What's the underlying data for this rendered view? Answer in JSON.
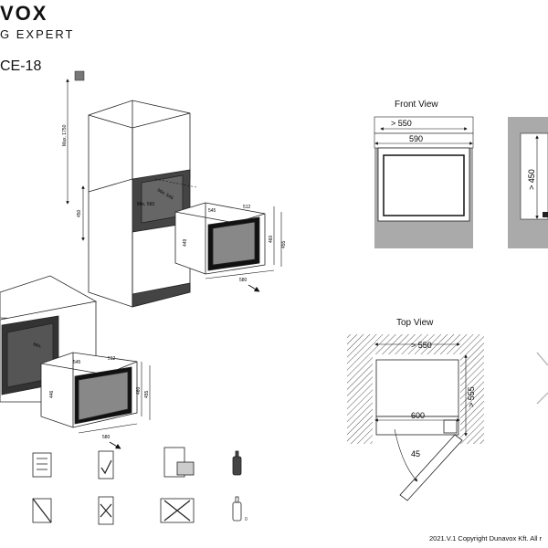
{
  "header": {
    "brand_fragment": "VOX",
    "tagline_fragment": "G EXPERT",
    "model_fragment": "CE-18"
  },
  "views": {
    "front_title": "Front View",
    "top_title": "Top View"
  },
  "dimensions": {
    "max_height": "Max. 1750",
    "tower_depth": "Min. 545",
    "tower_width": "Min. 560",
    "tower_opening": "450",
    "unit_width_top": "545",
    "unit_depth_top": "512",
    "unit_height_outer": "455",
    "unit_height_inner": "460",
    "unit_height_front": "449",
    "unit_base_width": "580",
    "counter_unit_width": "545",
    "counter_unit_depth": "512",
    "counter_height_inner": "460",
    "counter_height_outer": "455",
    "counter_front_height": "446",
    "counter_base_width": "580",
    "counter_depth_label": "Min.",
    "front_gt_550": "> 550",
    "front_590": "590",
    "side_gt_450": "> 450",
    "top_gt_550": "> 550",
    "top_600": "600",
    "top_gt_555": "> 555",
    "door_angle": "45"
  },
  "footer": {
    "copyright": "2021.V.1 Copyright Dunavox Kft. All r"
  }
}
